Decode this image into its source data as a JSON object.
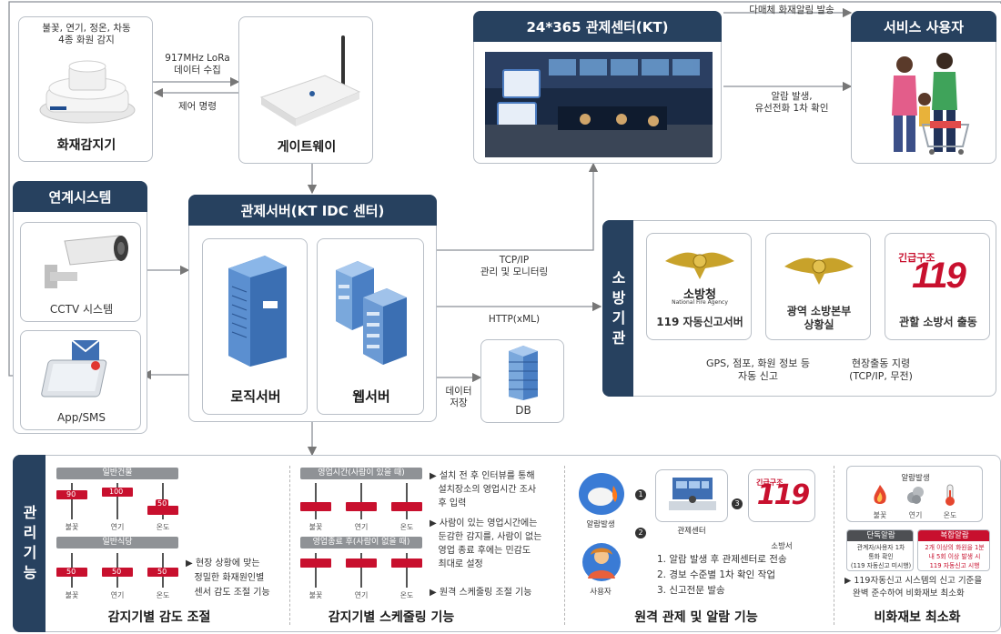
{
  "sensor": {
    "caption": "불꽃, 연기, 정온, 차동\n4종 화원 감지",
    "title": "화재감지기"
  },
  "lora": {
    "label": "917MHz LoRa\n데이터 수집"
  },
  "control_cmd": {
    "label": "제어 명령"
  },
  "gateway": {
    "title": "게이트웨이"
  },
  "center": {
    "title": "24*365 관제센터(KT)"
  },
  "multi_alert": {
    "label": "다매체 화재알림 발송"
  },
  "user_alert": {
    "label": "알람 발생,\n유선전화 1차 확인"
  },
  "service_user": {
    "title": "서비스 사용자"
  },
  "linked": {
    "title": "연계시스템",
    "cctv": "CCTV 시스템",
    "app": "App/SMS"
  },
  "server": {
    "title": "관제서버(KT IDC  센터)",
    "logic": "로직서버",
    "web": "웹서버"
  },
  "tcp": {
    "label": "TCP/IP\n관리 및 모니터링"
  },
  "http": {
    "label": "HTTP(xML)"
  },
  "db": {
    "label": "DB",
    "store": "데이터\n저장"
  },
  "fire": {
    "side_title": "소방기관",
    "nfa_logo": "소방청",
    "nfa_sub": "National Fire Agency",
    "auto": "119 자동신고서버",
    "hq": "광역 소방본부\n상황실",
    "rescue_logo": "긴급구조",
    "rescue_num": "119",
    "dispatch": "관할 소방서 출동",
    "gps": "GPS, 점포, 화원 정보 등\n자동 신고",
    "field": "현장출동 지령\n(TCP/IP, 무전)"
  },
  "mgmt": {
    "side_title": "관리기능",
    "p1": {
      "group1": "일반건물",
      "group2": "일반식당",
      "v1": [
        "90",
        "100",
        "50"
      ],
      "v2": [
        "50",
        "50",
        "50"
      ],
      "ticks": [
        "불꽃",
        "연기",
        "온도"
      ],
      "bullet": "▶ 현장 상황에 맞는\n   정밀한 화재원인별\n   센서 감도 조절 기능",
      "title": "감지기별 감도 조절"
    },
    "p2": {
      "group1": "영업시간(사람이 있을 때)",
      "group2": "영업종료 후(사람이 없을 때)",
      "ticks": [
        "불꽃",
        "연기",
        "온도"
      ],
      "bullets": [
        "▶ 설치 전 후 인터뷰를 통해\n   설치장소의 영업시간 조사\n   후 입력",
        "▶ 사람이 있는 영업시간에는\n   둔감한 감지를, 사람이 없는\n   영업 종료 후에는 민감도\n   최대로 설정",
        "▶ 원격 스케줄링 조절 기능"
      ],
      "title": "감지기별 스케줄링 기능"
    },
    "p3": {
      "alarm": "알람발생",
      "center": "관제센터",
      "station": "소방서",
      "user": "사용자",
      "steps": [
        "1. 알람 발생 후 관제센터로 전송",
        "2. 경보 수준별 1차 확인 작업",
        "3. 신고전문 발송"
      ],
      "nums": [
        "1",
        "2",
        "3"
      ],
      "title": "원격 관제 및 알람 기능"
    },
    "p4": {
      "alarm": "알람발생",
      "ticks": [
        "불꽃",
        "연기",
        "온도"
      ],
      "single": "단독알람",
      "single_desc": "관계자/사용자 1차\n통화 확인\n(119 자동신고 미시행)",
      "multi": "복합알람",
      "multi_desc": "2개 이상의 화원을 1분\n내 5회 이상 발생 시\n119 자동신고 시행",
      "bullet": "▶ 119자동신고 시스템의 신고 기준을\n   완벽 준수하여 비화재보 최소화",
      "title": "비화재보 최소화"
    }
  }
}
